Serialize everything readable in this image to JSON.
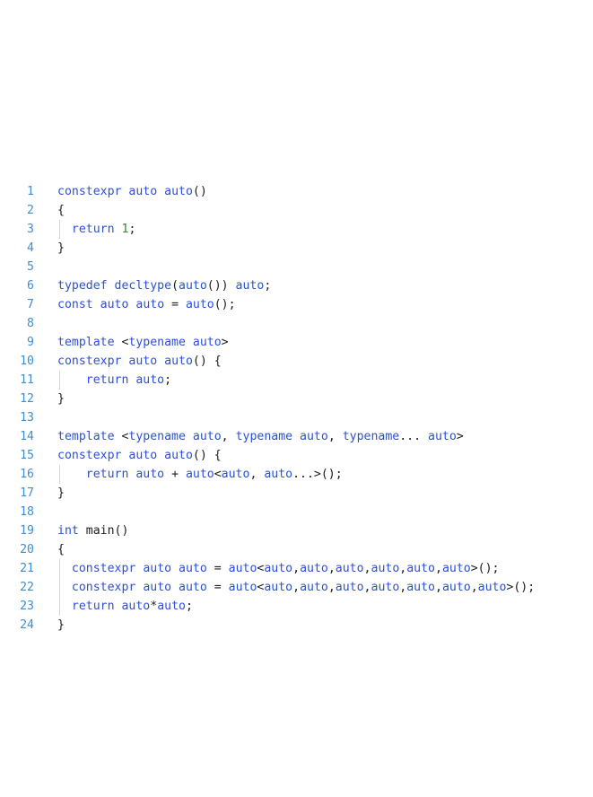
{
  "editor": {
    "colors": {
      "line_number": "#3d8ed6",
      "keyword": "#2c4fd8",
      "number": "#2e8a2e",
      "text": "#1c1c1c",
      "indent_guide": "#d6d6d6"
    },
    "lines": [
      {
        "num": "1",
        "guide": false,
        "tokens": [
          [
            "k",
            "constexpr"
          ],
          [
            " ",
            " "
          ],
          [
            "k",
            "auto"
          ],
          [
            " ",
            " "
          ],
          [
            "k",
            "auto"
          ],
          [
            "p",
            "()"
          ]
        ]
      },
      {
        "num": "2",
        "guide": false,
        "tokens": [
          [
            "p",
            "{"
          ]
        ]
      },
      {
        "num": "3",
        "guide": true,
        "tokens": [
          [
            "p",
            "  "
          ],
          [
            "k",
            "return"
          ],
          [
            "p",
            " "
          ],
          [
            "n",
            "1"
          ],
          [
            "p",
            ";"
          ]
        ]
      },
      {
        "num": "4",
        "guide": false,
        "tokens": [
          [
            "p",
            "}"
          ]
        ]
      },
      {
        "num": "5",
        "guide": false,
        "tokens": []
      },
      {
        "num": "6",
        "guide": false,
        "tokens": [
          [
            "k",
            "typedef"
          ],
          [
            "p",
            " "
          ],
          [
            "k",
            "decltype"
          ],
          [
            "p",
            "("
          ],
          [
            "k",
            "auto"
          ],
          [
            "p",
            "()) "
          ],
          [
            "k",
            "auto"
          ],
          [
            "p",
            ";"
          ]
        ]
      },
      {
        "num": "7",
        "guide": false,
        "tokens": [
          [
            "k",
            "const"
          ],
          [
            "p",
            " "
          ],
          [
            "k",
            "auto"
          ],
          [
            "p",
            " "
          ],
          [
            "k",
            "auto"
          ],
          [
            "p",
            " = "
          ],
          [
            "k",
            "auto"
          ],
          [
            "p",
            "();"
          ]
        ]
      },
      {
        "num": "8",
        "guide": false,
        "tokens": []
      },
      {
        "num": "9",
        "guide": false,
        "tokens": [
          [
            "k",
            "template"
          ],
          [
            "p",
            " <"
          ],
          [
            "k",
            "typename"
          ],
          [
            "p",
            " "
          ],
          [
            "k",
            "auto"
          ],
          [
            "p",
            ">"
          ]
        ]
      },
      {
        "num": "10",
        "guide": false,
        "tokens": [
          [
            "k",
            "constexpr"
          ],
          [
            "p",
            " "
          ],
          [
            "k",
            "auto"
          ],
          [
            "p",
            " "
          ],
          [
            "k",
            "auto"
          ],
          [
            "p",
            "() {"
          ]
        ]
      },
      {
        "num": "11",
        "guide": true,
        "tokens": [
          [
            "p",
            "    "
          ],
          [
            "k",
            "return"
          ],
          [
            "p",
            " "
          ],
          [
            "k",
            "auto"
          ],
          [
            "p",
            ";"
          ]
        ]
      },
      {
        "num": "12",
        "guide": false,
        "tokens": [
          [
            "p",
            "}"
          ]
        ]
      },
      {
        "num": "13",
        "guide": false,
        "tokens": []
      },
      {
        "num": "14",
        "guide": false,
        "tokens": [
          [
            "k",
            "template"
          ],
          [
            "p",
            " <"
          ],
          [
            "k",
            "typename"
          ],
          [
            "p",
            " "
          ],
          [
            "k",
            "auto"
          ],
          [
            "p",
            ", "
          ],
          [
            "k",
            "typename"
          ],
          [
            "p",
            " "
          ],
          [
            "k",
            "auto"
          ],
          [
            "p",
            ", "
          ],
          [
            "k",
            "typename"
          ],
          [
            "p",
            "... "
          ],
          [
            "k",
            "auto"
          ],
          [
            "p",
            ">"
          ]
        ]
      },
      {
        "num": "15",
        "guide": false,
        "tokens": [
          [
            "k",
            "constexpr"
          ],
          [
            "p",
            " "
          ],
          [
            "k",
            "auto"
          ],
          [
            "p",
            " "
          ],
          [
            "k",
            "auto"
          ],
          [
            "p",
            "() {"
          ]
        ]
      },
      {
        "num": "16",
        "guide": true,
        "tokens": [
          [
            "p",
            "    "
          ],
          [
            "k",
            "return"
          ],
          [
            "p",
            " "
          ],
          [
            "k",
            "auto"
          ],
          [
            "p",
            " + "
          ],
          [
            "k",
            "auto"
          ],
          [
            "p",
            "<"
          ],
          [
            "k",
            "auto"
          ],
          [
            "p",
            ", "
          ],
          [
            "k",
            "auto"
          ],
          [
            "p",
            "...>();"
          ]
        ]
      },
      {
        "num": "17",
        "guide": false,
        "tokens": [
          [
            "p",
            "}"
          ]
        ]
      },
      {
        "num": "18",
        "guide": false,
        "tokens": []
      },
      {
        "num": "19",
        "guide": false,
        "tokens": [
          [
            "k",
            "int"
          ],
          [
            "p",
            " main()"
          ]
        ]
      },
      {
        "num": "20",
        "guide": false,
        "tokens": [
          [
            "p",
            "{"
          ]
        ]
      },
      {
        "num": "21",
        "guide": true,
        "tokens": [
          [
            "p",
            "  "
          ],
          [
            "k",
            "constexpr"
          ],
          [
            "p",
            " "
          ],
          [
            "k",
            "auto"
          ],
          [
            "p",
            " "
          ],
          [
            "k",
            "auto"
          ],
          [
            "p",
            " = "
          ],
          [
            "k",
            "auto"
          ],
          [
            "p",
            "<"
          ],
          [
            "k",
            "auto"
          ],
          [
            "p",
            ","
          ],
          [
            "k",
            "auto"
          ],
          [
            "p",
            ","
          ],
          [
            "k",
            "auto"
          ],
          [
            "p",
            ","
          ],
          [
            "k",
            "auto"
          ],
          [
            "p",
            ","
          ],
          [
            "k",
            "auto"
          ],
          [
            "p",
            ","
          ],
          [
            "k",
            "auto"
          ],
          [
            "p",
            ">();"
          ]
        ]
      },
      {
        "num": "22",
        "guide": true,
        "tokens": [
          [
            "p",
            "  "
          ],
          [
            "k",
            "constexpr"
          ],
          [
            "p",
            " "
          ],
          [
            "k",
            "auto"
          ],
          [
            "p",
            " "
          ],
          [
            "k",
            "auto"
          ],
          [
            "p",
            " = "
          ],
          [
            "k",
            "auto"
          ],
          [
            "p",
            "<"
          ],
          [
            "k",
            "auto"
          ],
          [
            "p",
            ","
          ],
          [
            "k",
            "auto"
          ],
          [
            "p",
            ","
          ],
          [
            "k",
            "auto"
          ],
          [
            "p",
            ","
          ],
          [
            "k",
            "auto"
          ],
          [
            "p",
            ","
          ],
          [
            "k",
            "auto"
          ],
          [
            "p",
            ","
          ],
          [
            "k",
            "auto"
          ],
          [
            "p",
            ","
          ],
          [
            "k",
            "auto"
          ],
          [
            "p",
            ">();"
          ]
        ]
      },
      {
        "num": "23",
        "guide": true,
        "tokens": [
          [
            "p",
            "  "
          ],
          [
            "k",
            "return"
          ],
          [
            "p",
            " "
          ],
          [
            "k",
            "auto"
          ],
          [
            "p",
            "*"
          ],
          [
            "k",
            "auto"
          ],
          [
            "p",
            ";"
          ]
        ]
      },
      {
        "num": "24",
        "guide": false,
        "tokens": [
          [
            "p",
            "}"
          ]
        ]
      }
    ]
  }
}
